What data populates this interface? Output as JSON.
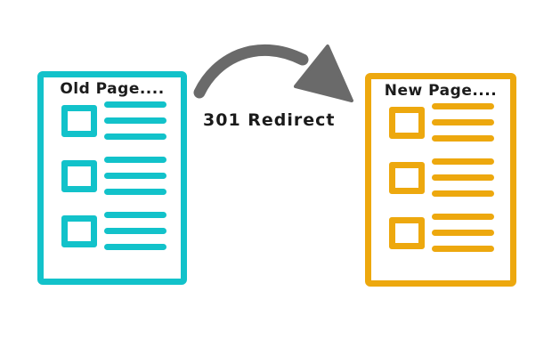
{
  "colors": {
    "background": "#ffffff",
    "old_page": "#12C2CA",
    "new_page": "#EDA80E",
    "arrow": "#6A6A6A",
    "text": "#1B1B1B"
  },
  "old_page": {
    "title": "Old Page....",
    "rows": 3,
    "bars_per_row": 3
  },
  "new_page": {
    "title": "New Page....",
    "rows": 3,
    "bars_per_row": 3
  },
  "arrow": {
    "label": "301 Redirect"
  }
}
